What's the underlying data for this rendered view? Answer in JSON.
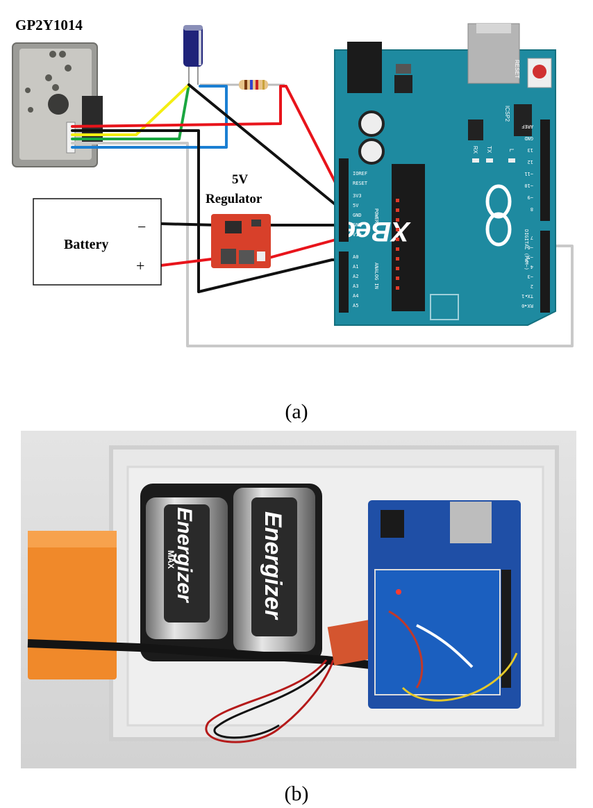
{
  "diagram": {
    "sensor_label": "GP2Y1014",
    "regulator_label_line1": "5V",
    "regulator_label_line2": "Regulator",
    "battery_label": "Battery",
    "battery_minus": "−",
    "battery_plus": "+",
    "board": {
      "reset_label": "RESET",
      "icsp_label": "ICSP2",
      "rx_label": "RX",
      "tx_label": "TX",
      "l_label": "L",
      "xbee_logo": "XBee",
      "power_pins": [
        "IOREF",
        "RESET",
        "3V3",
        "5V",
        "GND",
        "GND",
        "VIN"
      ],
      "analog_pins": [
        "A0",
        "A1",
        "A2",
        "A3",
        "A4",
        "A5"
      ],
      "power_header_label": "POWER",
      "analog_header_label": "ANALOG IN",
      "digital_pins": [
        "AREF",
        "GND",
        "13",
        "12",
        "~11",
        "~10",
        "~9",
        "8",
        "7",
        "~6",
        "~5",
        "4",
        "~3",
        "2",
        "TX▸1",
        "RX◂0"
      ],
      "digital_header_label": "DIGITAL (PWM~)"
    },
    "wire_colors": {
      "red": "#e8141b",
      "black": "#111111",
      "yellow": "#f4ee12",
      "green": "#1aa640",
      "blue": "#1b7fd2",
      "gray": "#c9c9c9"
    },
    "board_color": "#1e8aa0"
  },
  "captions": {
    "a": "(a)",
    "b": "(b)"
  },
  "photo": {
    "battery_brand_1": "Energizer",
    "battery_brand_2": "Energizer",
    "battery_sub": "MAX"
  }
}
